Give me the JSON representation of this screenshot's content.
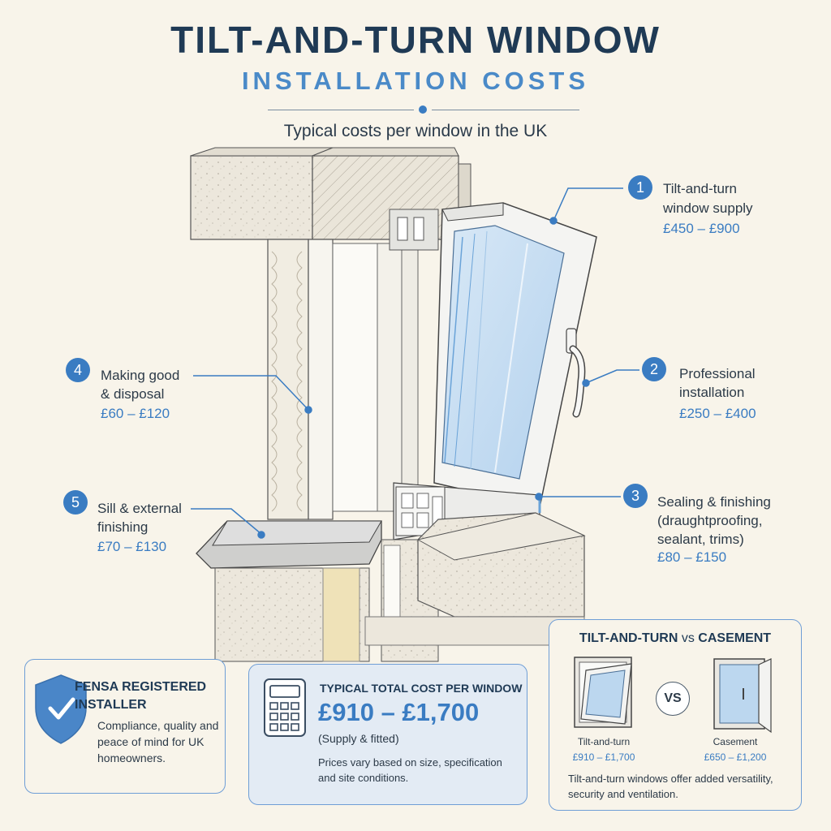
{
  "header": {
    "title": "TILT-AND-TURN WINDOW",
    "subtitle": "INSTALLATION COSTS",
    "tagline": "Typical costs per window in the UK"
  },
  "callouts": [
    {
      "num": "1",
      "label1": "Tilt-and-turn",
      "label2": "window supply",
      "label3": "",
      "price": "£450 – £900"
    },
    {
      "num": "2",
      "label1": "Professional",
      "label2": "installation",
      "label3": "",
      "price": "£250 – £400"
    },
    {
      "num": "3",
      "label1": "Sealing & finishing",
      "label2": "(draughtproofing,",
      "label3": "sealant, trims)",
      "price": "£80 – £150"
    },
    {
      "num": "4",
      "label1": "Making good",
      "label2": "& disposal",
      "label3": "",
      "price": "£60 – £120"
    },
    {
      "num": "5",
      "label1": "Sill & external",
      "label2": "finishing",
      "label3": "",
      "price": "£70 – £130"
    }
  ],
  "fensa": {
    "title": "FENSA REGISTERED INSTALLER",
    "text": "Compliance, quality and peace of mind for UK homeowners.",
    "icon": "shield-check-icon"
  },
  "total": {
    "heading": "TYPICAL TOTAL COST PER WINDOW",
    "price": "£910 – £1,700",
    "sub": "(Supply & fitted)",
    "note": "Prices vary based on size, specification and site conditions.",
    "icon": "calculator-icon"
  },
  "comparison": {
    "heading_left": "TILT-AND-TURN",
    "heading_vs": "vs",
    "heading_right": "CASEMENT",
    "vs_badge": "VS",
    "left_name": "Tilt-and-turn",
    "left_price": "£910 – £1,700",
    "right_name": "Casement",
    "right_price": "£650 – £1,200",
    "note": "Tilt-and-turn windows offer added versatility, security and ventilation."
  },
  "colors": {
    "accent": "#3a7cc2",
    "title": "#1f3a55",
    "background": "#f8f4ea"
  }
}
